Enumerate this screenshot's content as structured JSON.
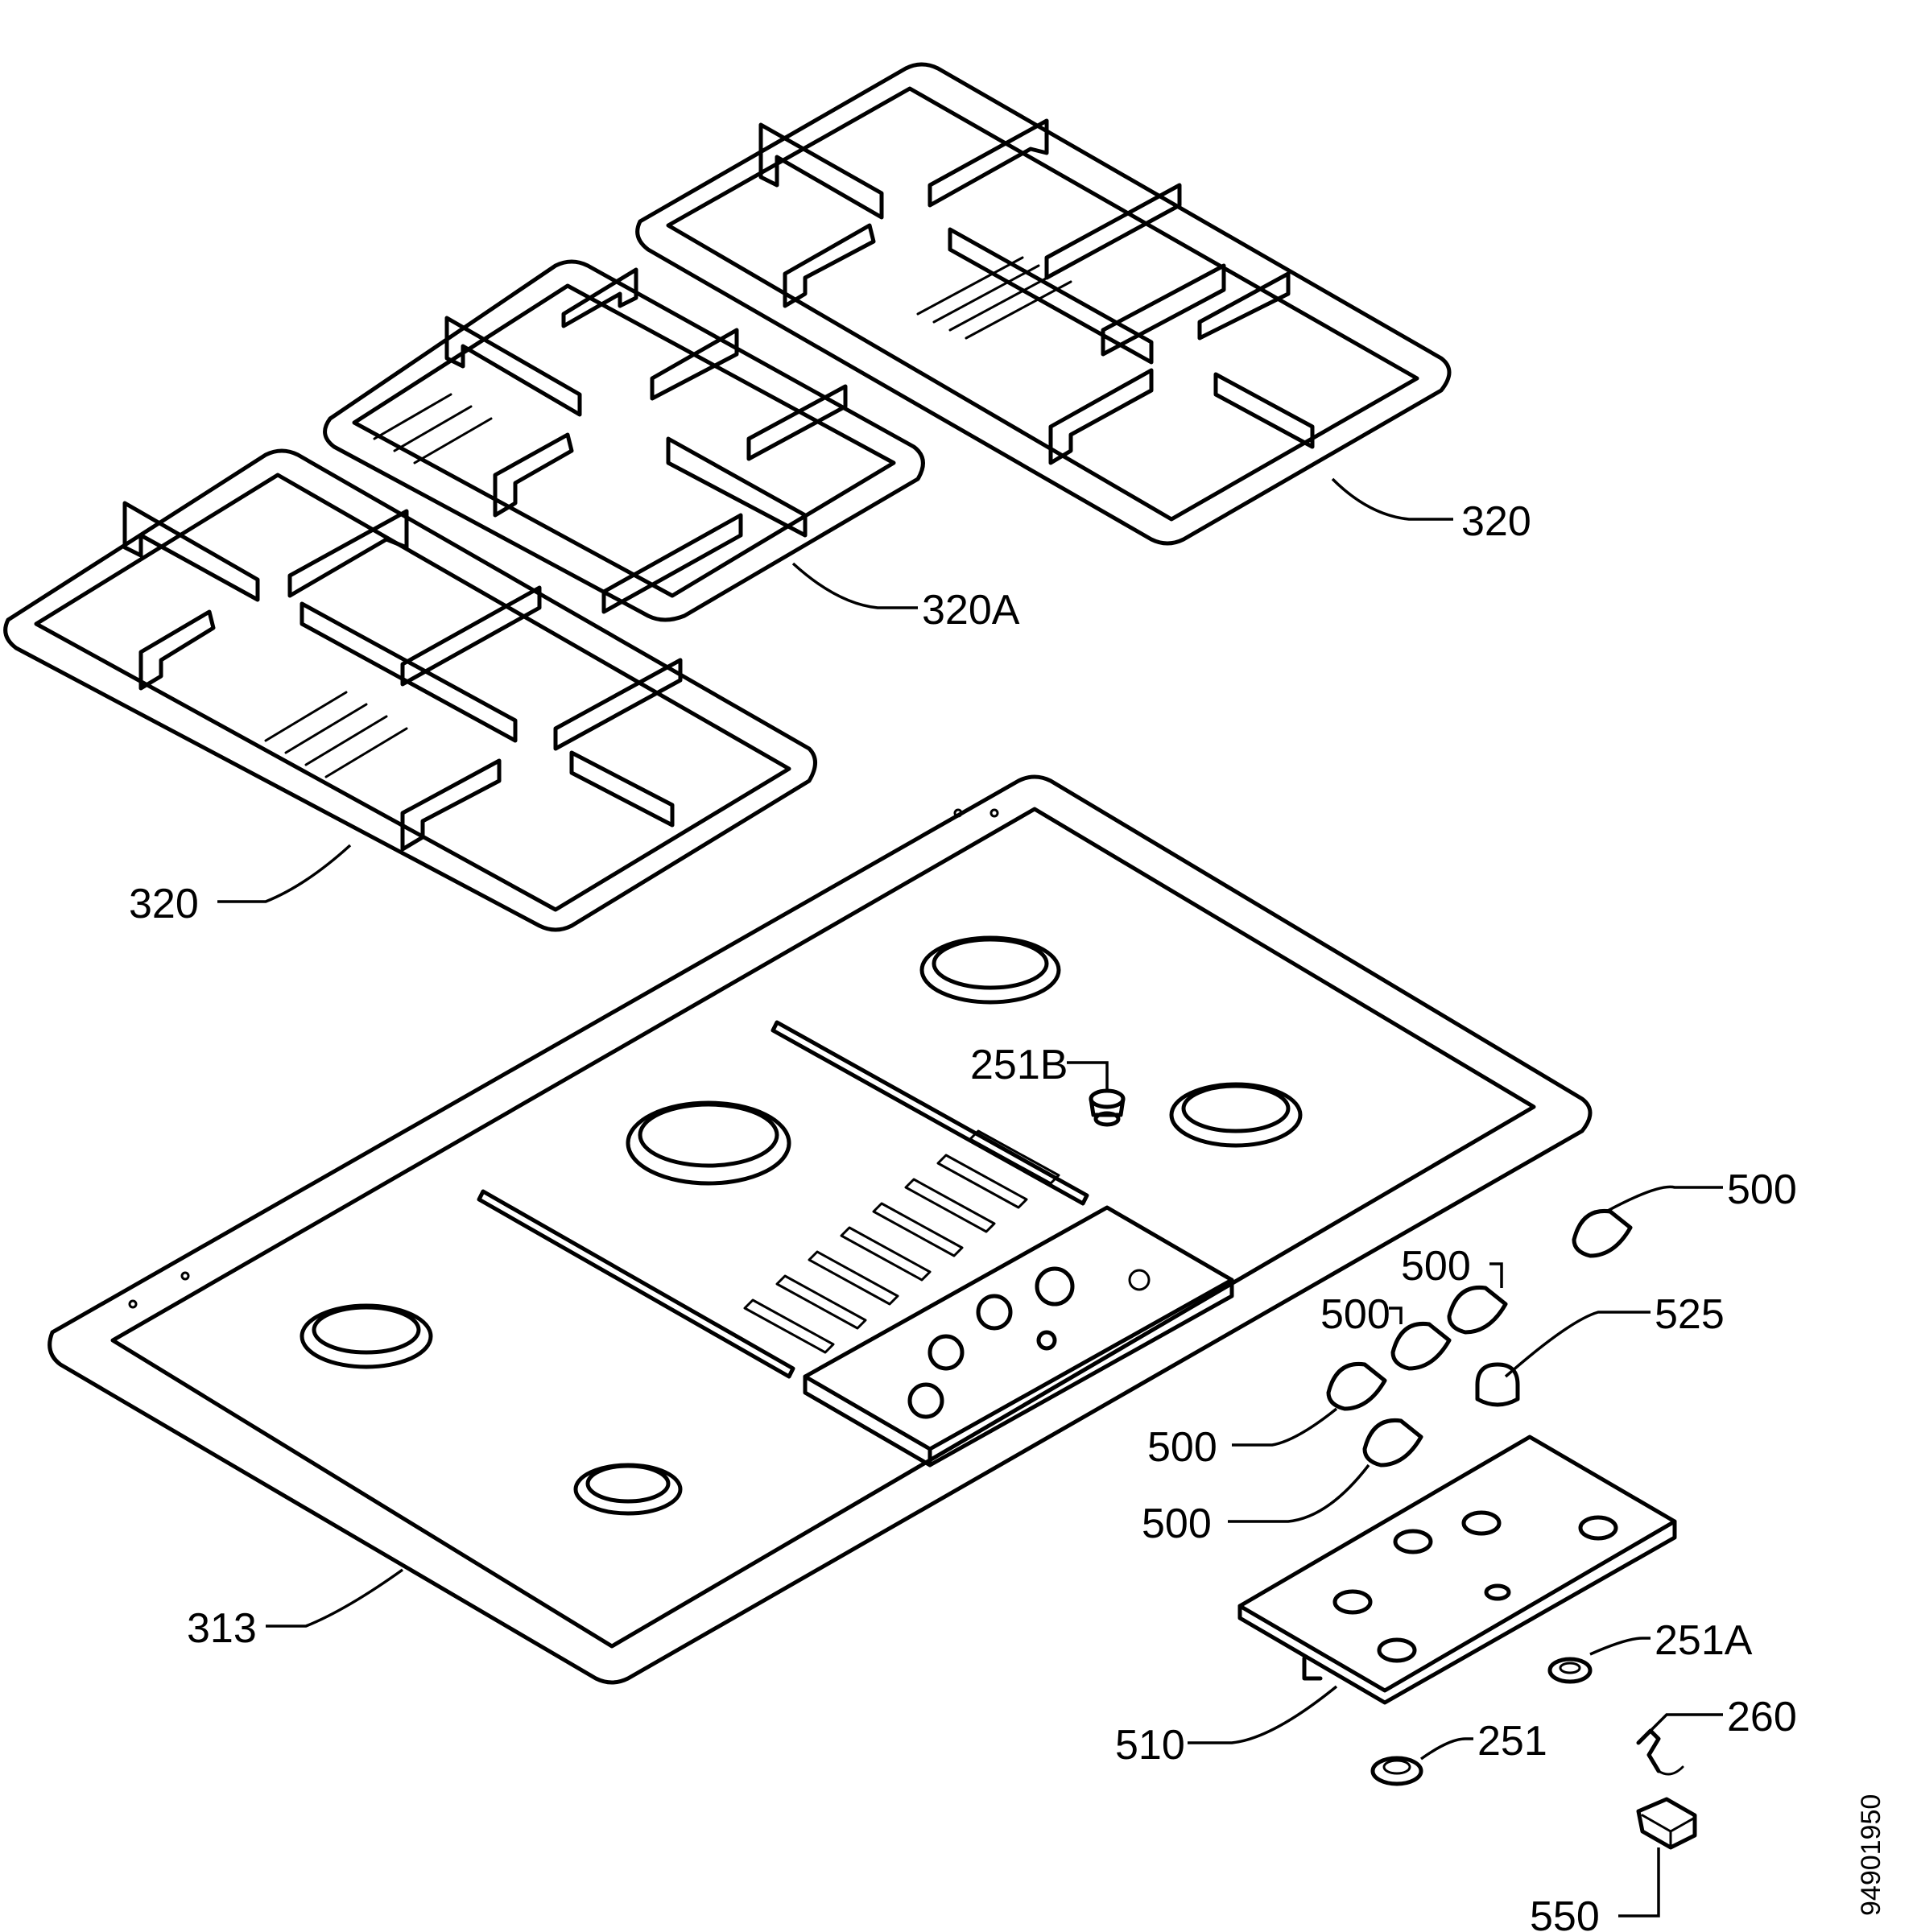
{
  "callouts": {
    "grid_right": "320",
    "grid_middle": "320A",
    "grid_left": "320",
    "hob_top": "313",
    "screw": "251B",
    "knob_1": "500",
    "knob_2": "500",
    "knob_3": "500",
    "knob_4": "500",
    "knob_5": "500",
    "button": "525",
    "control_panel": "510",
    "spacer_a": "251A",
    "spacer": "251",
    "ignition_part": "260",
    "switch": "550"
  },
  "document_number": "94901950",
  "colors": {
    "ink": "#000000",
    "paper": "#ffffff"
  }
}
